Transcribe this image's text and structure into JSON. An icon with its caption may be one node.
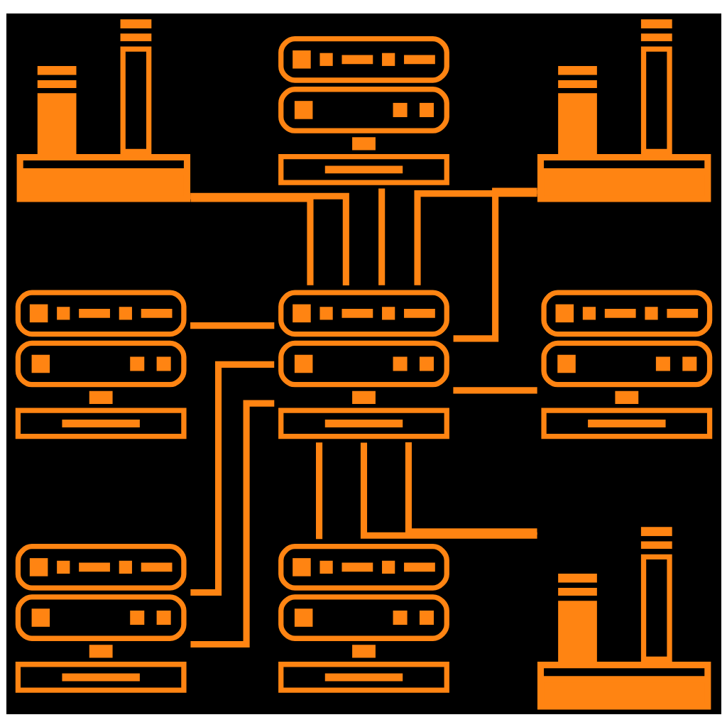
{
  "diagram": {
    "nodes": [
      {
        "text": [],
        "shape": "server"
      },
      {
        "text": [],
        "shape": "factory"
      },
      {
        "text": [],
        "shape": "factory"
      },
      {
        "text": [],
        "shape": "server"
      },
      {
        "text": [],
        "shape": "server"
      },
      {
        "text": [],
        "shape": "server"
      },
      {
        "text": [],
        "shape": "server"
      },
      {
        "text": [],
        "shape": "factory"
      },
      {
        "text": [],
        "shape": "server"
      }
    ],
    "edges": [
      {
        "from": 4,
        "to": 0,
        "arrow": "none"
      },
      {
        "from": 4,
        "to": 1,
        "arrow": "none"
      },
      {
        "from": 4,
        "to": 1,
        "arrow": "none"
      },
      {
        "from": 4,
        "to": 2,
        "arrow": "none"
      },
      {
        "from": 4,
        "to": 2,
        "arrow": "none"
      },
      {
        "from": 4,
        "to": 3,
        "arrow": "none"
      },
      {
        "from": 4,
        "to": 5,
        "arrow": "none"
      },
      {
        "from": 4,
        "to": 6,
        "arrow": "none"
      },
      {
        "from": 4,
        "to": 6,
        "arrow": "none"
      },
      {
        "from": 4,
        "to": 7,
        "arrow": "none"
      },
      {
        "from": 4,
        "to": 7,
        "arrow": "none"
      },
      {
        "from": 4,
        "to": 8,
        "arrow": "none"
      }
    ]
  }
}
